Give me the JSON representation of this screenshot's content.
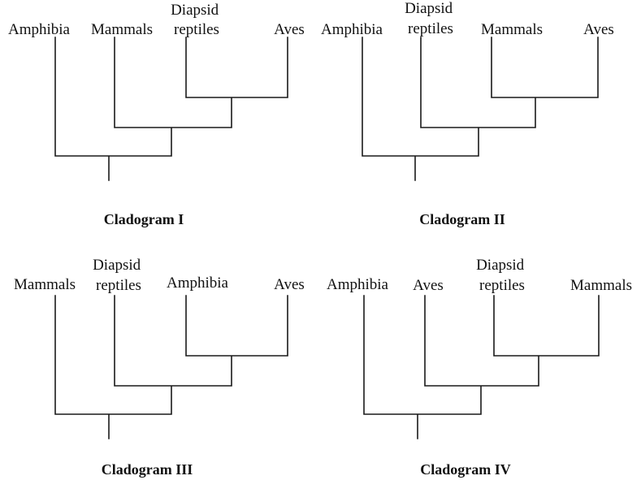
{
  "cladograms": [
    {
      "caption": "Cladogram I",
      "taxa": [
        {
          "lines": [
            "Amphibia"
          ]
        },
        {
          "lines": [
            "Mammals"
          ]
        },
        {
          "lines": [
            "Diapsid",
            "reptiles"
          ]
        },
        {
          "lines": [
            "Aves"
          ]
        }
      ]
    },
    {
      "caption": "Cladogram II",
      "taxa": [
        {
          "lines": [
            "Amphibia"
          ]
        },
        {
          "lines": [
            "Diapsid",
            "reptiles"
          ]
        },
        {
          "lines": [
            "Mammals"
          ]
        },
        {
          "lines": [
            "Aves"
          ]
        }
      ]
    },
    {
      "caption": "Cladogram III",
      "taxa": [
        {
          "lines": [
            "Mammals"
          ]
        },
        {
          "lines": [
            "Diapsid",
            "reptiles"
          ]
        },
        {
          "lines": [
            "Amphibia"
          ]
        },
        {
          "lines": [
            "Aves"
          ]
        }
      ]
    },
    {
      "caption": "Cladogram IV",
      "taxa": [
        {
          "lines": [
            "Amphibia"
          ]
        },
        {
          "lines": [
            "Aves"
          ]
        },
        {
          "lines": [
            "Diapsid",
            "reptiles"
          ]
        },
        {
          "lines": [
            "Mammals"
          ]
        }
      ]
    }
  ]
}
